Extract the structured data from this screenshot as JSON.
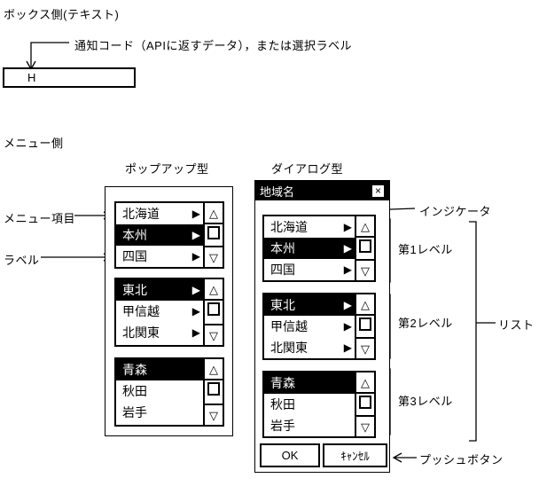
{
  "colors": {
    "foreground": "#000000",
    "background": "#ffffff"
  },
  "icons": {
    "submenu": "▶",
    "scroll_up": "△",
    "scroll_down": "▽",
    "close": "×"
  },
  "box_section": {
    "title": "ボックス側(テキスト)",
    "annotation": "通知コード（APIに返すデータ），または選択ラベル",
    "textbox_value": "H"
  },
  "menu_section": {
    "title": "メニュー側",
    "popup": {
      "title": "ポップアップ型",
      "lists": [
        {
          "items": [
            {
              "label": "北海道",
              "selected": false,
              "submenu": true
            },
            {
              "label": "本州",
              "selected": true,
              "submenu": true
            },
            {
              "label": "四国",
              "selected": false,
              "submenu": true
            }
          ]
        },
        {
          "items": [
            {
              "label": "東北",
              "selected": true,
              "submenu": true
            },
            {
              "label": "甲信越",
              "selected": false,
              "submenu": true
            },
            {
              "label": "北関東",
              "selected": false,
              "submenu": true
            }
          ]
        },
        {
          "items": [
            {
              "label": "青森",
              "selected": true,
              "submenu": false
            },
            {
              "label": "秋田",
              "selected": false,
              "submenu": false
            },
            {
              "label": "岩手",
              "selected": false,
              "submenu": false
            }
          ]
        }
      ]
    },
    "dialog": {
      "title": "ダイアログ型",
      "window_title": "地域名",
      "lists": [
        {
          "items": [
            {
              "label": "北海道",
              "selected": false,
              "submenu": true
            },
            {
              "label": "本州",
              "selected": true,
              "submenu": true
            },
            {
              "label": "四国",
              "selected": false,
              "submenu": true
            }
          ]
        },
        {
          "items": [
            {
              "label": "東北",
              "selected": true,
              "submenu": true
            },
            {
              "label": "甲信越",
              "selected": false,
              "submenu": true
            },
            {
              "label": "北関東",
              "selected": false,
              "submenu": true
            }
          ]
        },
        {
          "items": [
            {
              "label": "青森",
              "selected": true,
              "submenu": false
            },
            {
              "label": "秋田",
              "selected": false,
              "submenu": false
            },
            {
              "label": "岩手",
              "selected": false,
              "submenu": false
            }
          ]
        }
      ],
      "buttons": [
        {
          "label": "OK"
        },
        {
          "label": "ｷｬﾝｾﾙ"
        }
      ]
    }
  },
  "callouts": {
    "menu_item": "メニュー項目",
    "label": "ラベル",
    "indicator": "インジケータ",
    "level1": "第1レベル",
    "level2": "第2レベル",
    "level3": "第3レベル",
    "list": "リスト",
    "push_button": "プッシュボタン"
  }
}
